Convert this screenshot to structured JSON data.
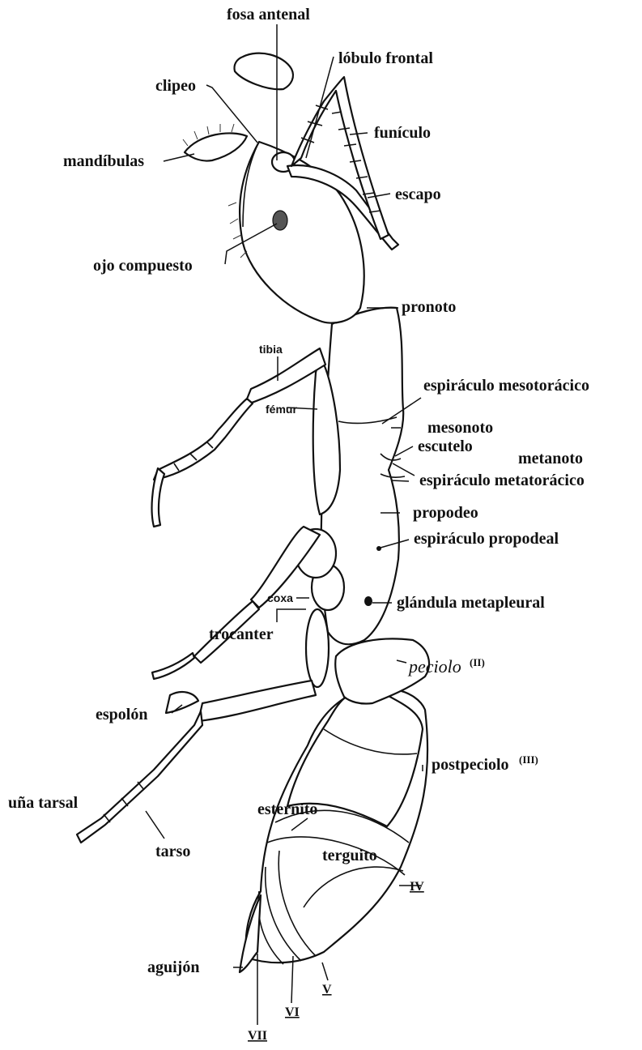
{
  "labels": {
    "fosa_antenal": "fosa antenal",
    "lobulo_frontal": "lóbulo frontal",
    "clipeo": "clipeo",
    "mandibulas": "mandíbulas",
    "funiculo": "funículo",
    "escapo": "escapo",
    "ojo_compuesto": "ojo compuesto",
    "pronoto": "pronoto",
    "tibia": "tibia",
    "espiraculo_mesotoracico": "espiráculo mesotorácico",
    "femur": "fémur",
    "mesonoto": "mesonoto",
    "escutelo": "escutelo",
    "metanoto": "metanoto",
    "espiraculo_metatoracico": "espiráculo metatorácico",
    "propodeo": "propodeo",
    "espiraculo_propodeal": "espiráculo propodeal",
    "coxa": "coxa",
    "glandula_metapleural": "glándula metapleural",
    "trocanter": "trocanter",
    "peciolo": "peciolo",
    "peciolo_num": "(II)",
    "espolon": "espolón",
    "postpeciolo": "postpeciolo",
    "postpeciolo_num": "(III)",
    "una_tarsal": "uña tarsal",
    "esternito": "esternito",
    "tarso": "tarso",
    "terguito": "terguito",
    "seg_iv": "IV",
    "aguijon": "aguijón",
    "seg_v": "V",
    "seg_vi": "VI",
    "seg_vii": "VII"
  }
}
